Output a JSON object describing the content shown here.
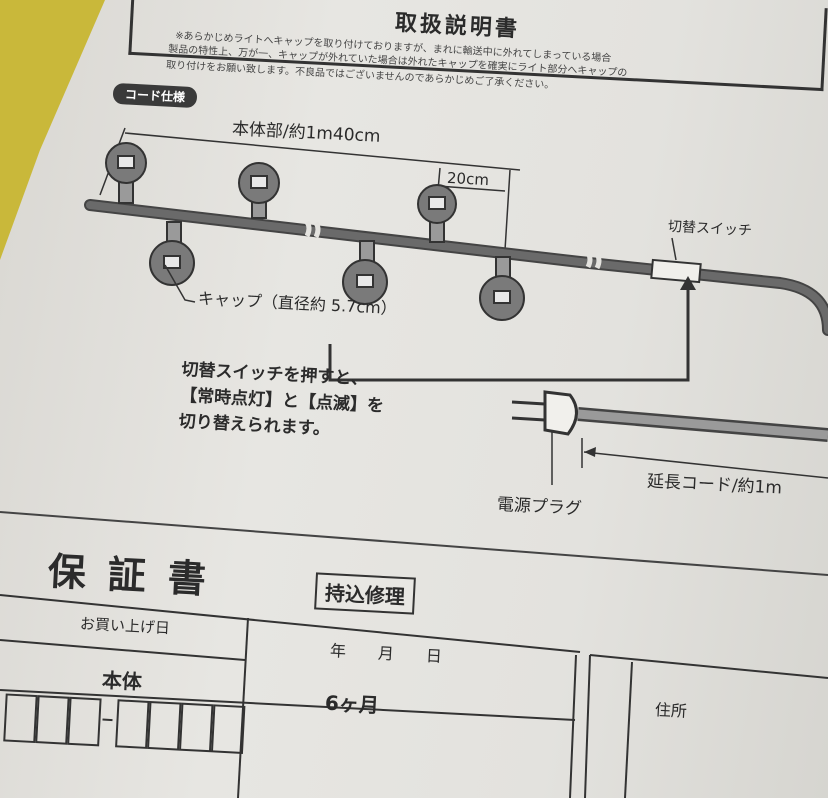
{
  "header": {
    "title": "取扱説明書",
    "note_line1": "※あらかじめライトへキャップを取り付けておりますが、まれに輸送中に外れてしまっている場合",
    "note_line2": "製品の特性上、万が一、キャップが外れていた場合は外れたキャップを確実にライト部分へキャップの",
    "note_line3": "取り付けをお願い致します。不良品ではございませんのであらかじめご了承ください。"
  },
  "diagram": {
    "section_label": "コード仕様",
    "body_length": "本体部/約1m40cm",
    "spacing": "20cm",
    "switch_label": "切替スイッチ",
    "cap_label": "キャップ（直径約 5.7cm）",
    "instruction_lines": [
      "切替スイッチを押すと、",
      "【常時点灯】と【点滅】を",
      "切り替えられます。"
    ],
    "plug_label": "電源プラグ",
    "cord_label": "延長コード/約1m"
  },
  "warranty": {
    "title": "保証書",
    "type_badge": "持込修理",
    "purchase_date_label": "お買い上げ日",
    "date_fields": "年　　月　　日",
    "product_label": "本体",
    "period": "6ヶ月",
    "address_label": "住所"
  }
}
